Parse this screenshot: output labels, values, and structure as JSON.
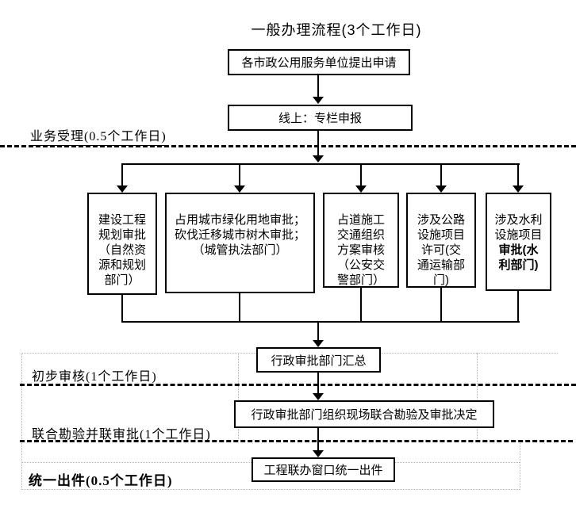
{
  "title": "一般办理流程(3个工作日)",
  "flow": {
    "apply_box": "各市政公用服务单位提出申请",
    "online_box": "线上：专栏申报",
    "summary_box": "行政审批部门汇总",
    "inspection_box": "行政审批部门组织现场联合勘验及审批决定",
    "output_box": "工程联办窗口统一出件"
  },
  "parallel_boxes": {
    "planning": "建设工程\n规划审批\n（自然资\n源和规划\n部门）",
    "greening": "占用城市绿化用地审批；\n砍伐迁移城市树木审批；\n（城管执法部门）",
    "traffic": "占道施工\n交通组织\n方案审核\n（公安交\n警部门）",
    "highway": "涉及公路\n设施项目\n许可(交\n通运输部\n门)",
    "water_normal": "涉及水利\n设施项目\n",
    "water_bold": "审批(水\n利部门)"
  },
  "stage_labels": {
    "acceptance": "业务受理(0.5个工作日)",
    "preliminary": "初步审核(1个工作日)",
    "joint": "联合勘验并联审批(1个工作日)",
    "output": "统一出件(0.5个工作日)"
  },
  "colors": {
    "line": "#000000",
    "grid": "#b3b3b3",
    "background": "#ffffff"
  }
}
